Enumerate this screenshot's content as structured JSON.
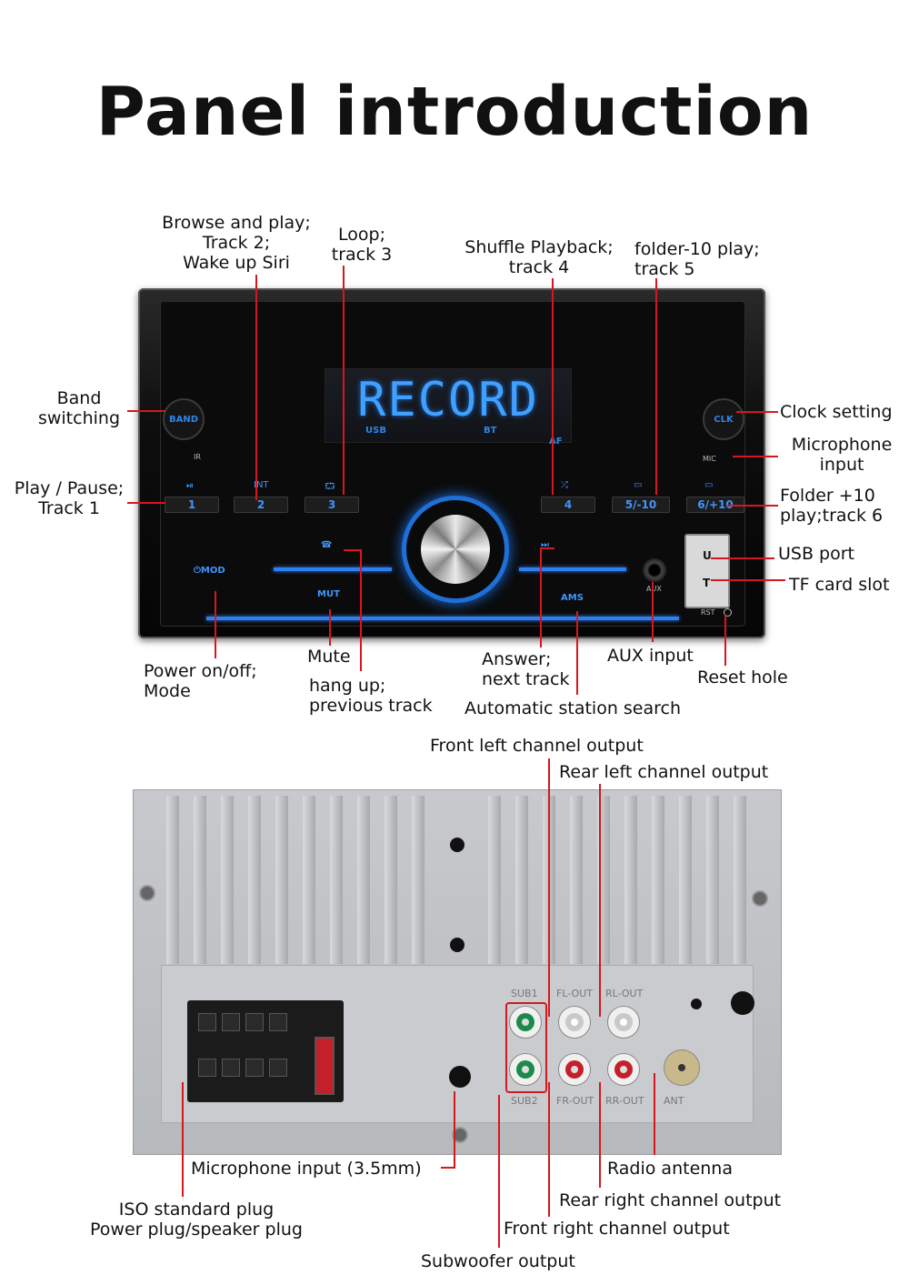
{
  "title": "Panel introduction",
  "front": {
    "display_text": "RECORD",
    "indicators": {
      "usb": "USB",
      "bt": "BT",
      "af": "AF"
    },
    "buttons": {
      "band": "BAND",
      "clk": "CLK",
      "ir": "IR",
      "mic": "MIC",
      "b1": "1",
      "b2": "2",
      "b3": "3",
      "b4": "4",
      "b5": "5/-10",
      "b6": "6/+10",
      "int": "INT",
      "mod": "⏻MOD",
      "mut": "MUT",
      "ams": "AMS",
      "aux": "AUX",
      "u": "U",
      "t": "T",
      "rst": "RST"
    },
    "labels": {
      "browse": "Browse and play;\nTrack 2;\nWake up Siri",
      "loop": "Loop;\ntrack 3",
      "shuffle": "Shuffle Playback;\ntrack 4",
      "folder_minus": "folder-10 play;\ntrack 5",
      "band_switching": "Band\nswitching",
      "clock_setting": "Clock setting",
      "microphone_input": "Microphone\ninput",
      "play_pause": "Play / Pause;\nTrack 1",
      "folder_plus": "Folder +10\nplay;track 6",
      "usb_port": "USB port",
      "tf_slot": "TF card slot",
      "mute": "Mute",
      "power_mode": "Power on/off;\nMode",
      "hang_up": "hang up;\nprevious track",
      "answer": "Answer;\nnext track",
      "aux_input": "AUX input",
      "reset_hole": "Reset hole",
      "auto_search": "Automatic station search"
    }
  },
  "rear": {
    "jacks": {
      "sub1": "SUB1",
      "sub2": "SUB2",
      "fl": "FL-OUT",
      "rl": "RL-OUT",
      "fr": "FR-OUT",
      "rr": "RR-OUT",
      "ant": "ANT"
    },
    "labels": {
      "front_left": "Front left channel output",
      "rear_left": "Rear left channel output",
      "mic_input": "Microphone input (3.5mm)",
      "radio_antenna": "Radio antenna",
      "iso_plug": "ISO standard plug\nPower plug/speaker plug",
      "rear_right": "Rear right channel output",
      "front_right": "Front right channel output",
      "subwoofer": "Subwoofer output"
    }
  },
  "colors": {
    "callout": "#d6171e",
    "backlight": "#2e7ff0",
    "rca_white": "#c9c9c9",
    "rca_red": "#c4202a",
    "rca_green": "#1c8a4a"
  }
}
